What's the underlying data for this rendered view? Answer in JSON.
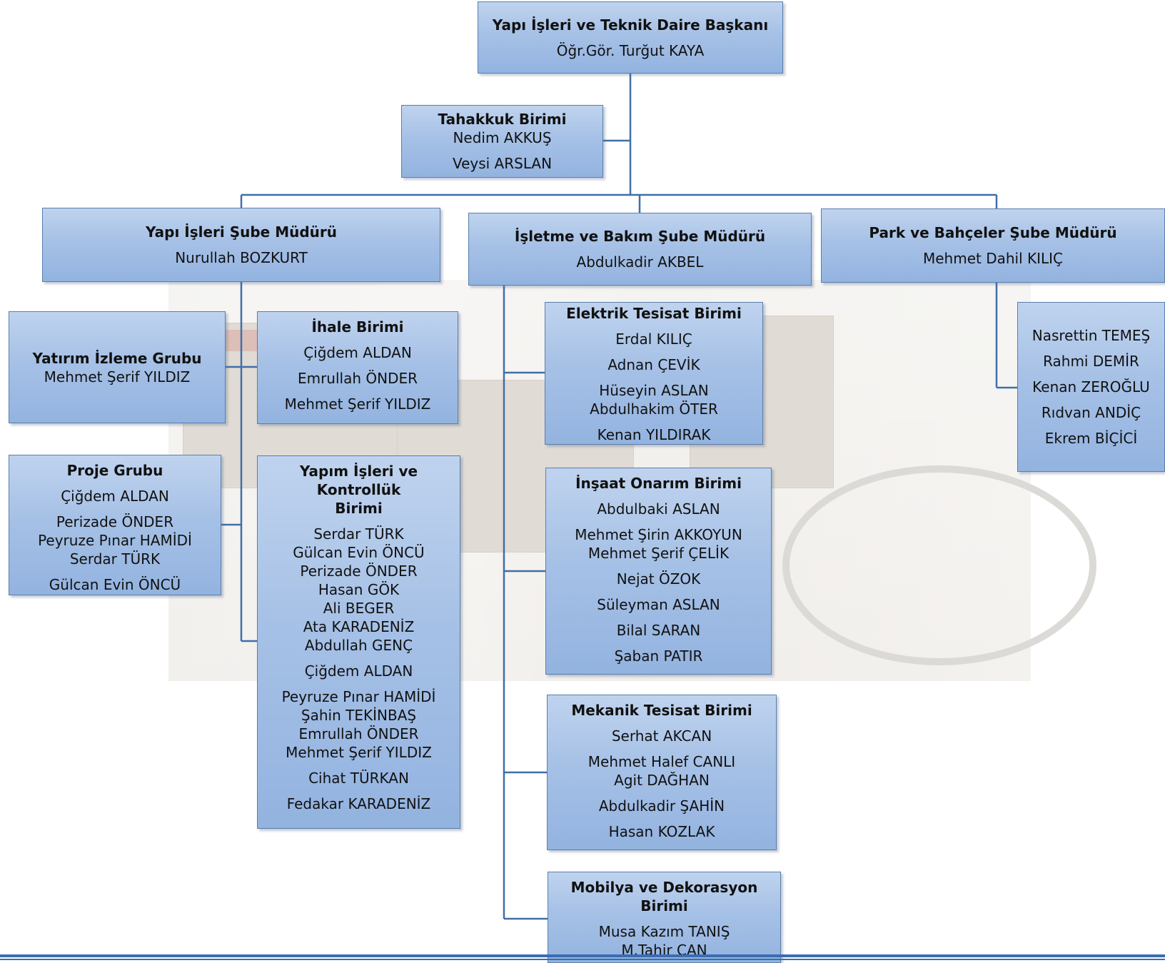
{
  "director": {
    "title": "Yapı İşleri ve Teknik Daire Başkanı",
    "name": "Öğr.Gör. Turğut KAYA"
  },
  "tahakkuk": {
    "title": "Tahakkuk Birimi",
    "names": [
      "Nedim AKKUŞ",
      "Veysi ARSLAN"
    ]
  },
  "yapi_sube": {
    "title": "Yapı İşleri Şube Müdürü",
    "name": "Nurullah BOZKURT"
  },
  "isletme_sube": {
    "title": "İşletme ve Bakım Şube Müdürü",
    "name": "Abdulkadir AKBEL"
  },
  "park_sube": {
    "title": "Park ve Bahçeler Şube Müdürü",
    "name": "Mehmet Dahil KILIÇ"
  },
  "yatirim": {
    "title": "Yatırım İzleme  Grubu",
    "name": "Mehmet Şerif YILDIZ"
  },
  "ihale": {
    "title": "İhale Birimi",
    "names": [
      "Çiğdem ALDAN",
      "Emrullah ÖNDER",
      "Mehmet Şerif YILDIZ"
    ]
  },
  "proje": {
    "title": "Proje Grubu",
    "names": [
      "Çiğdem ALDAN",
      "Perizade ÖNDER",
      "Peyruze Pınar HAMİDİ",
      "Serdar TÜRK",
      "Gülcan Evin ÖNCÜ"
    ]
  },
  "yapim": {
    "title_line1": "Yapım İşleri ve Kontrollük",
    "title_line2": "Birimi",
    "names": [
      "Serdar TÜRK",
      "Gülcan Evin ÖNCÜ",
      "Perizade ÖNDER",
      "Hasan GÖK",
      "Ali BEGER",
      "Ata KARADENİZ",
      "Abdullah GENÇ",
      "Çiğdem ALDAN",
      "Peyruze Pınar HAMİDİ",
      "Şahin TEKİNBAŞ",
      "Emrullah ÖNDER",
      "Mehmet Şerif YILDIZ",
      "Cihat TÜRKAN",
      "Fedakar KARADENİZ"
    ]
  },
  "elektrik": {
    "title": "Elektrik Tesisat Birimi",
    "names": [
      "Erdal KILIÇ",
      "Adnan ÇEVİK",
      "Hüseyin ASLAN",
      "Abdulhakim  ÖTER",
      "Kenan YILDIRAK"
    ]
  },
  "insaat": {
    "title": "İnşaat Onarım Birimi",
    "names": [
      "Abdulbaki ASLAN",
      "Mehmet Şirin AKKOYUN",
      "Mehmet Şerif ÇELİK",
      "Nejat ÖZOK",
      "Süleyman ASLAN",
      "Bilal SARAN",
      "Şaban PATIR"
    ]
  },
  "mekanik": {
    "title": "Mekanik Tesisat Birimi",
    "names": [
      "Serhat AKCAN",
      "Mehmet Halef  CANLI",
      "Agit DAĞHAN",
      "Abdulkadir ŞAHİN",
      "Hasan KOZLAK"
    ]
  },
  "mobilya": {
    "title": "Mobilya ve Dekorasyon Birimi",
    "names": [
      "Musa Kazım TANIŞ",
      "M.Tahir CAN"
    ]
  },
  "park_staff": {
    "names": [
      "Nasrettin TEMEŞ",
      "Rahmi DEMİR",
      "Kenan ZEROĞLU",
      "Rıdvan ANDİÇ",
      "Ekrem BİÇİCİ"
    ]
  }
}
